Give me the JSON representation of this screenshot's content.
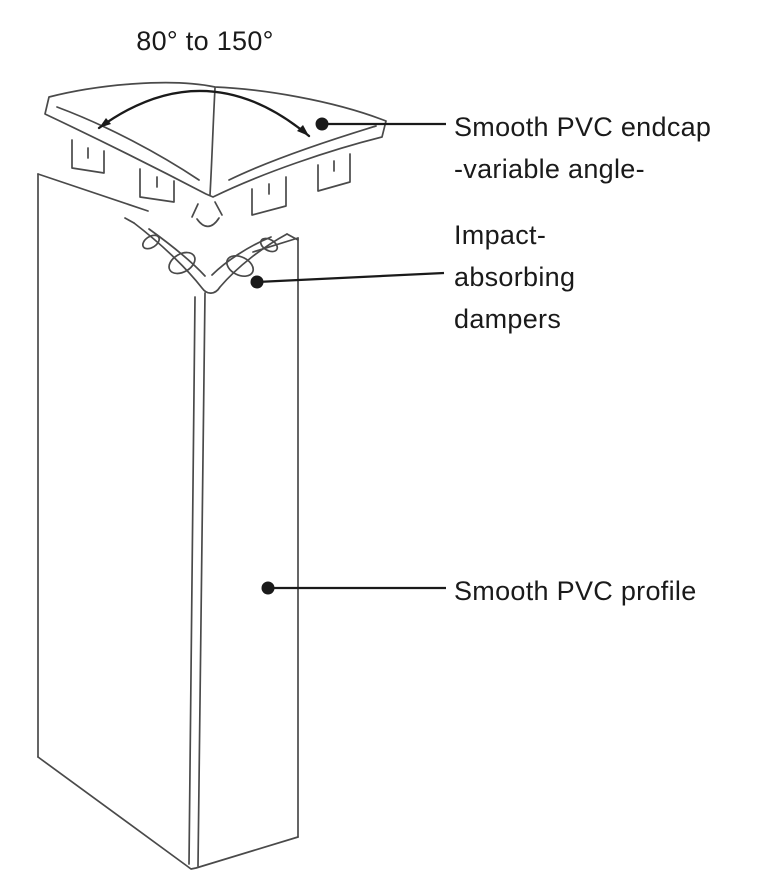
{
  "colors": {
    "background": "#ffffff",
    "drawing_line": "#4a4a4a",
    "annotation": "#1a1a1a"
  },
  "annotation": {
    "angle_label": "80° to 150°",
    "callouts": [
      {
        "id": "endcap",
        "lines": [
          "Smooth PVC endcap",
          "-variable angle-"
        ]
      },
      {
        "id": "dampers",
        "lines": [
          "Impact-",
          "absorbing",
          "dampers"
        ]
      },
      {
        "id": "profile",
        "lines": [
          "Smooth PVC profile"
        ]
      }
    ]
  }
}
